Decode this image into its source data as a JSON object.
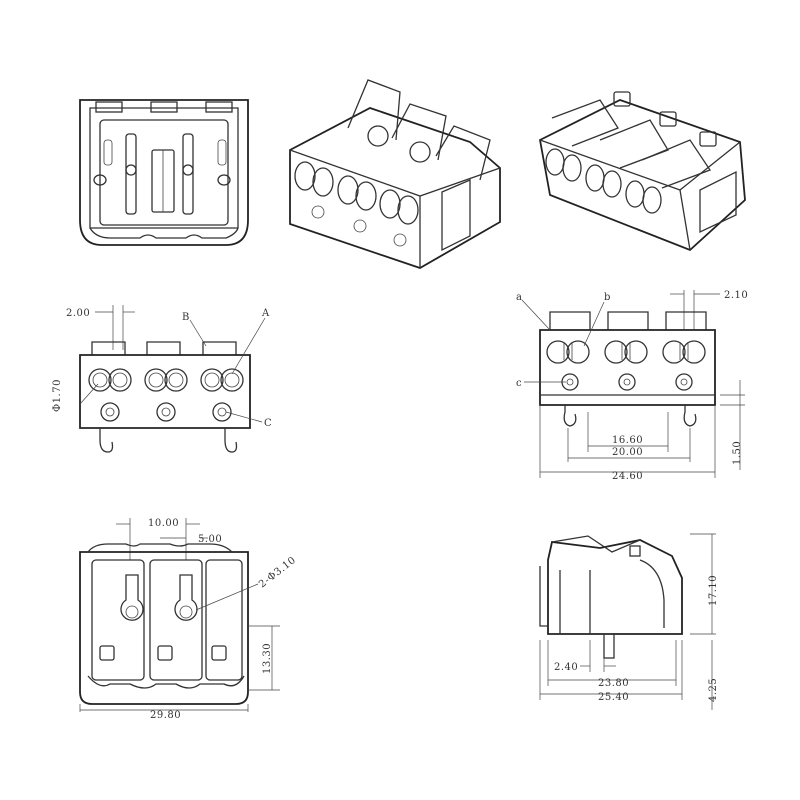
{
  "views": {
    "front": {
      "dim_top_left": "2.00",
      "dim_diameter": "Φ1.70",
      "label_A": "A",
      "label_B": "B",
      "label_C": "C"
    },
    "right": {
      "label_a": "a",
      "label_b": "b",
      "label_c": "c",
      "dim_top_right": "2.10",
      "dim_inner": "16.60",
      "dim_mid": "20.00",
      "dim_overall": "24.60",
      "dim_pin": "1.50"
    },
    "bottom": {
      "dim_pitch": "10.00",
      "dim_half": "5.00",
      "dim_holes": "2-Φ3.10",
      "dim_height": "13.30",
      "dim_width": "29.80"
    },
    "side": {
      "dim_height": "17.10",
      "dim_offset": "2.40",
      "dim_inner_len": "23.80",
      "dim_overall_len": "25.40",
      "dim_pin_len": "4.25"
    }
  }
}
